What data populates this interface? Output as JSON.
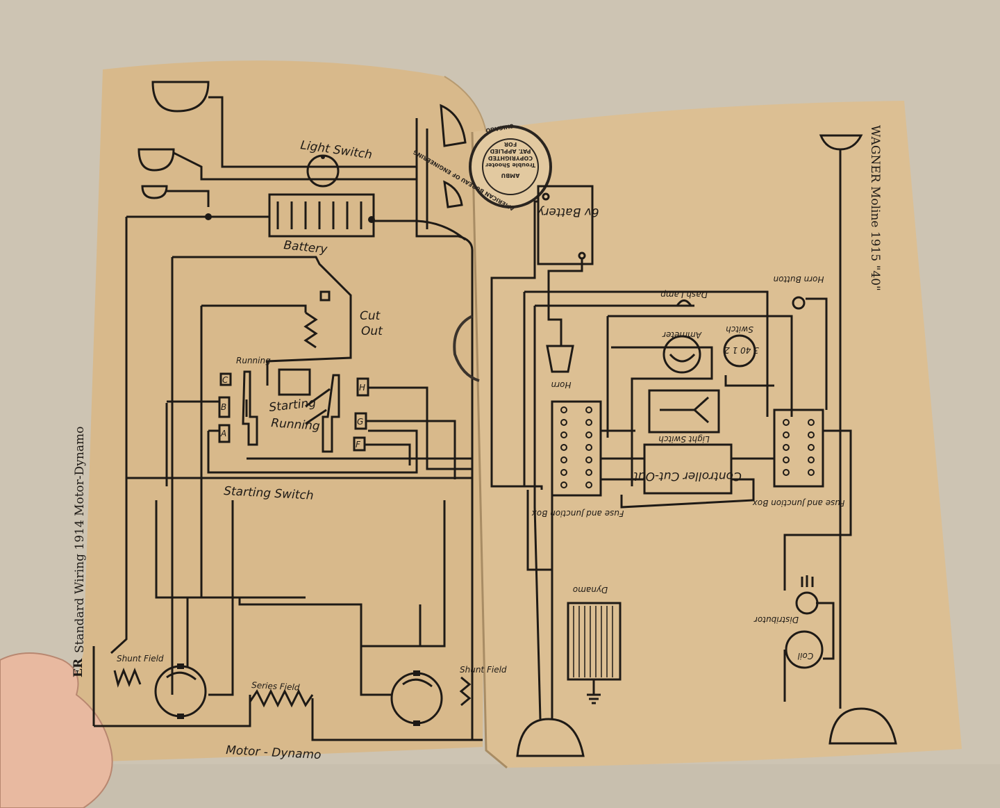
{
  "left_page": {
    "header": "Standard Wiring   1914 Motor-Dynamo",
    "header_prefix": "ER",
    "labels": {
      "light_switch": "Light Switch",
      "battery": "Battery",
      "cut_out": "Cut Out",
      "running_top": "Running",
      "starting": "Starting",
      "running": "Running",
      "starting_switch": "Starting Switch",
      "shunt_field_left": "Shunt Field",
      "shunt_field_right": "Shunt Field",
      "series_field": "Series Field",
      "motor_dynamo": "Motor - Dynamo",
      "term_c": "C",
      "term_b": "B",
      "term_a": "A",
      "term_h": "H",
      "term_g": "G",
      "term_f": "F"
    }
  },
  "right_page": {
    "header": "WAGNER   Moline  1915 \"40\"",
    "labels": {
      "battery": "6v Battery",
      "horn_button": "Horn Button",
      "dash_lamp": "Dash Lamp",
      "switch": "Switch",
      "switch_nums": "3  40  1  2",
      "ammeter": "Ammeter",
      "horn": "Horn",
      "light_switch": "Light Switch",
      "controller": "Controller Cut-Out",
      "fuse_box_left": "Fuse and Junction Box",
      "fuse_box_right": "Fuse and Junction Box",
      "dynamo": "Dynamo",
      "distributor": "Distributor",
      "coil": "Coil"
    },
    "stamp": {
      "outer": "AMERICAN BUREAU OF ENGINEERING",
      "inner": "AMBU",
      "line1": "Trouble Shooter",
      "line2": "COPYRIGHTED",
      "line3": "PAT. APPLIED",
      "line4": "FOR",
      "city": "CHICAGO"
    }
  }
}
